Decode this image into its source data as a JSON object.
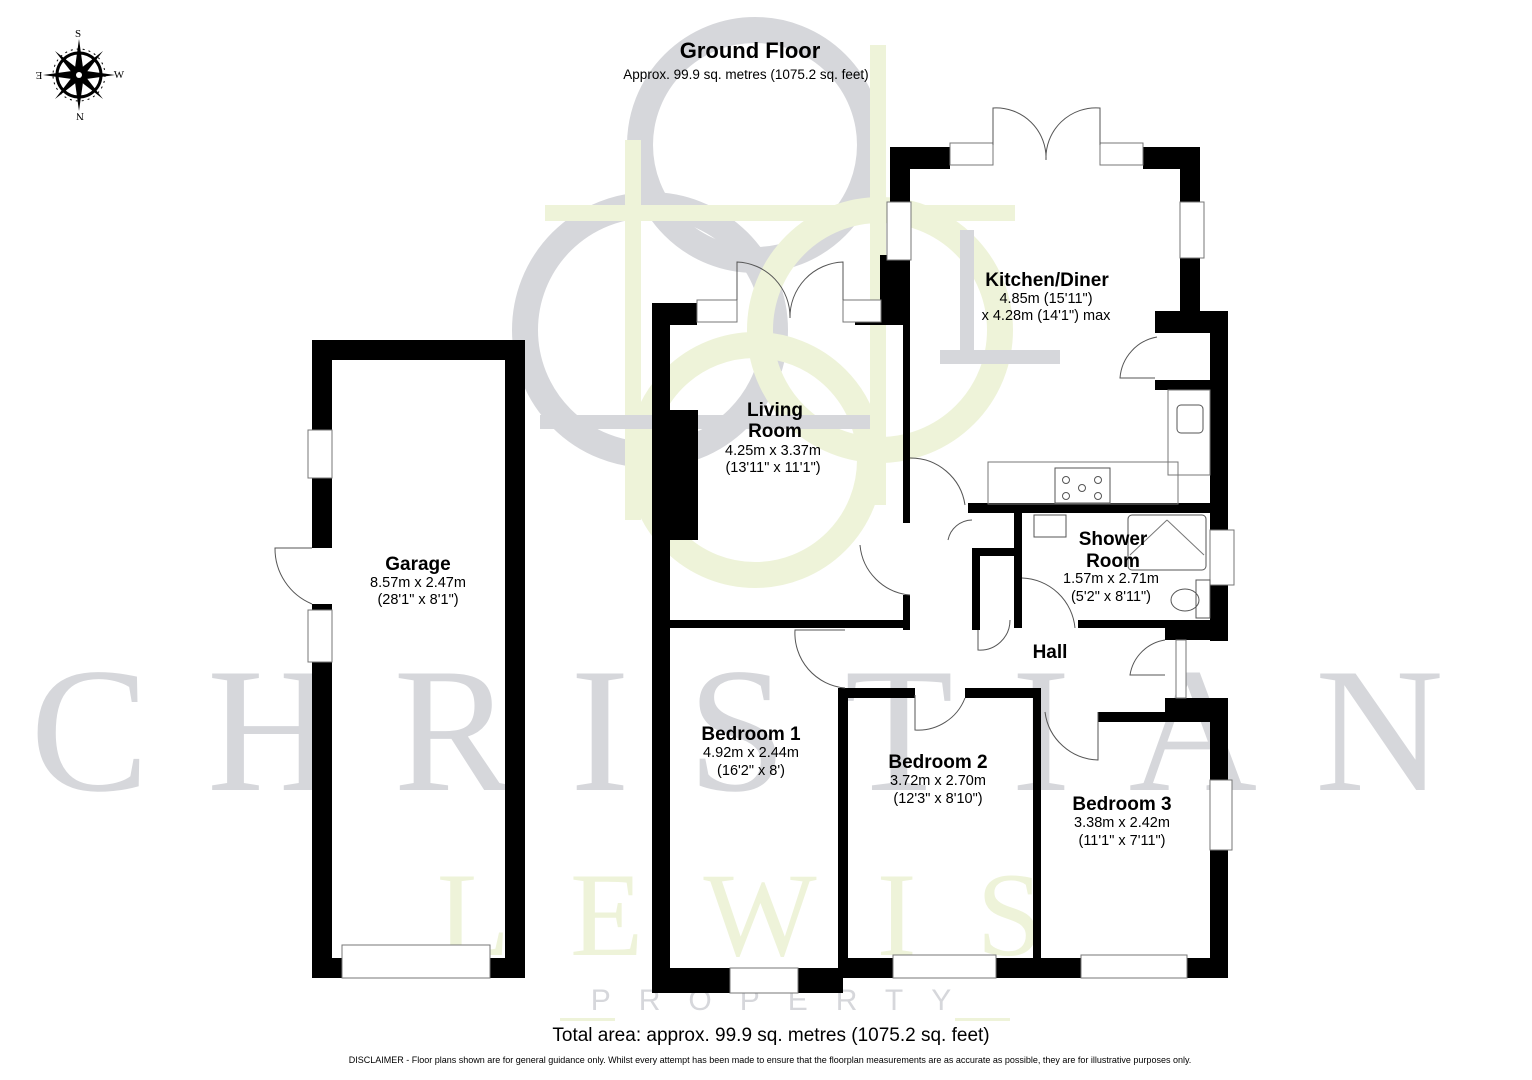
{
  "header": {
    "title": "Ground Floor",
    "subtitle": "Approx. 99.9 sq. metres (1075.2 sq. feet)"
  },
  "compass": {
    "top": "S",
    "bottom": "N",
    "left": "E",
    "right": "W",
    "icon": "compass-rose-icon"
  },
  "watermark": {
    "line1": "CHRISTIAN",
    "line2": "LEWIS",
    "line3": "PROPERTY",
    "gray": "#d6d7db",
    "green": "#eef3d9"
  },
  "rooms": {
    "garage": {
      "name": "Garage",
      "dim_metric": "8.57m x 2.47m",
      "dim_imperial": "(28'1\" x 8'1\")"
    },
    "living": {
      "name_line1": "Living",
      "name_line2": "Room",
      "dim_metric": "4.25m x 3.37m",
      "dim_imperial": "(13'11\" x 11'1\")"
    },
    "kitchen": {
      "name": "Kitchen/Diner",
      "dim_line1": "4.85m (15'11\")",
      "dim_line2": "x 4.28m (14'1\") max"
    },
    "shower": {
      "name_line1": "Shower",
      "name_line2": "Room",
      "dim_metric": "1.57m x 2.71m",
      "dim_imperial": "(5'2\" x 8'11\")"
    },
    "hall": {
      "name": "Hall"
    },
    "bedroom1": {
      "name": "Bedroom 1",
      "dim_metric": "4.92m x 2.44m",
      "dim_imperial": "(16'2\" x 8')"
    },
    "bedroom2": {
      "name": "Bedroom 2",
      "dim_metric": "3.72m x 2.70m",
      "dim_imperial": "(12'3\" x 8'10\")"
    },
    "bedroom3": {
      "name": "Bedroom 3",
      "dim_metric": "3.38m x 2.42m",
      "dim_imperial": "(11'1\" x 7'11\")"
    }
  },
  "footer": {
    "total": "Total area: approx. 99.9 sq. metres (1075.2 sq. feet)",
    "disclaimer": "DISCLAIMER -  Floor plans shown are for general guidance only. Whilst every attempt has been made to ensure that the floorplan measurements are as accurate as possible, they are for illustrative purposes only."
  }
}
